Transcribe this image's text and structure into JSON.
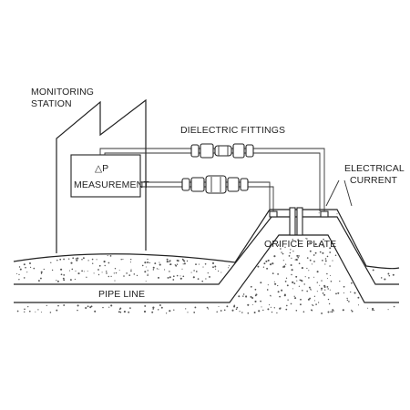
{
  "labels": {
    "monitoring_station_line1": "MONITORING",
    "monitoring_station_line2": "STATION",
    "delta_p": "△P",
    "measurement": "MEASUREMENT",
    "dielectric_fittings": "DIELECTRIC FITTINGS",
    "electrical_line1": "ELECTRICAL",
    "electrical_line2": "CURRENT",
    "orifice_plate": "ORIFICE PLATE",
    "pipe_line": "PIPE LINE"
  }
}
